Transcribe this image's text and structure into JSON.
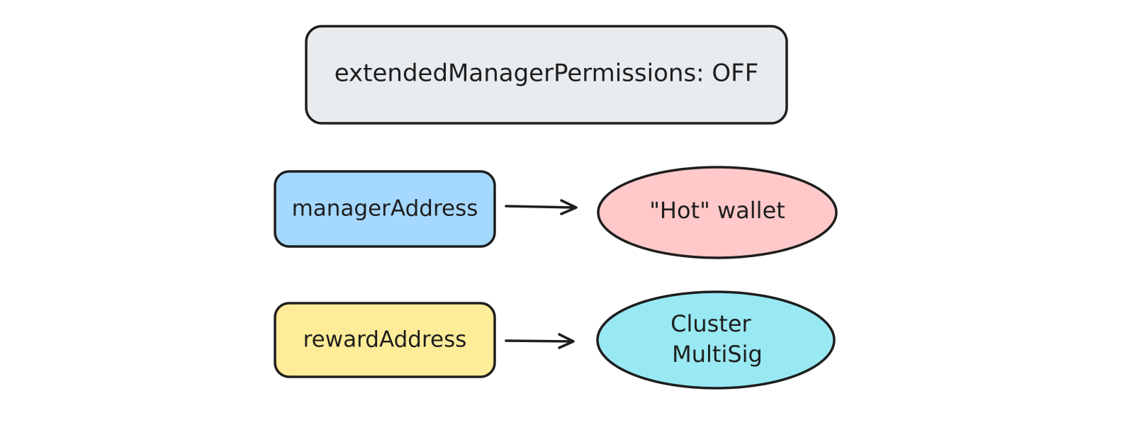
{
  "settings_box": {
    "label": "extendedManagerPermissions: OFF",
    "fill": "#e9ecef"
  },
  "rows": [
    {
      "source": {
        "label": "managerAddress",
        "fill": "#a5d8ff"
      },
      "target": {
        "lines": [
          "\"Hot\" wallet"
        ],
        "fill": "#ffc9c9"
      }
    },
    {
      "source": {
        "label": "rewardAddress",
        "fill": "#ffec99"
      },
      "target": {
        "lines": [
          "Cluster",
          "MultiSig"
        ],
        "fill": "#99e9f2"
      }
    }
  ],
  "stroke_color": "#1e1e1e"
}
